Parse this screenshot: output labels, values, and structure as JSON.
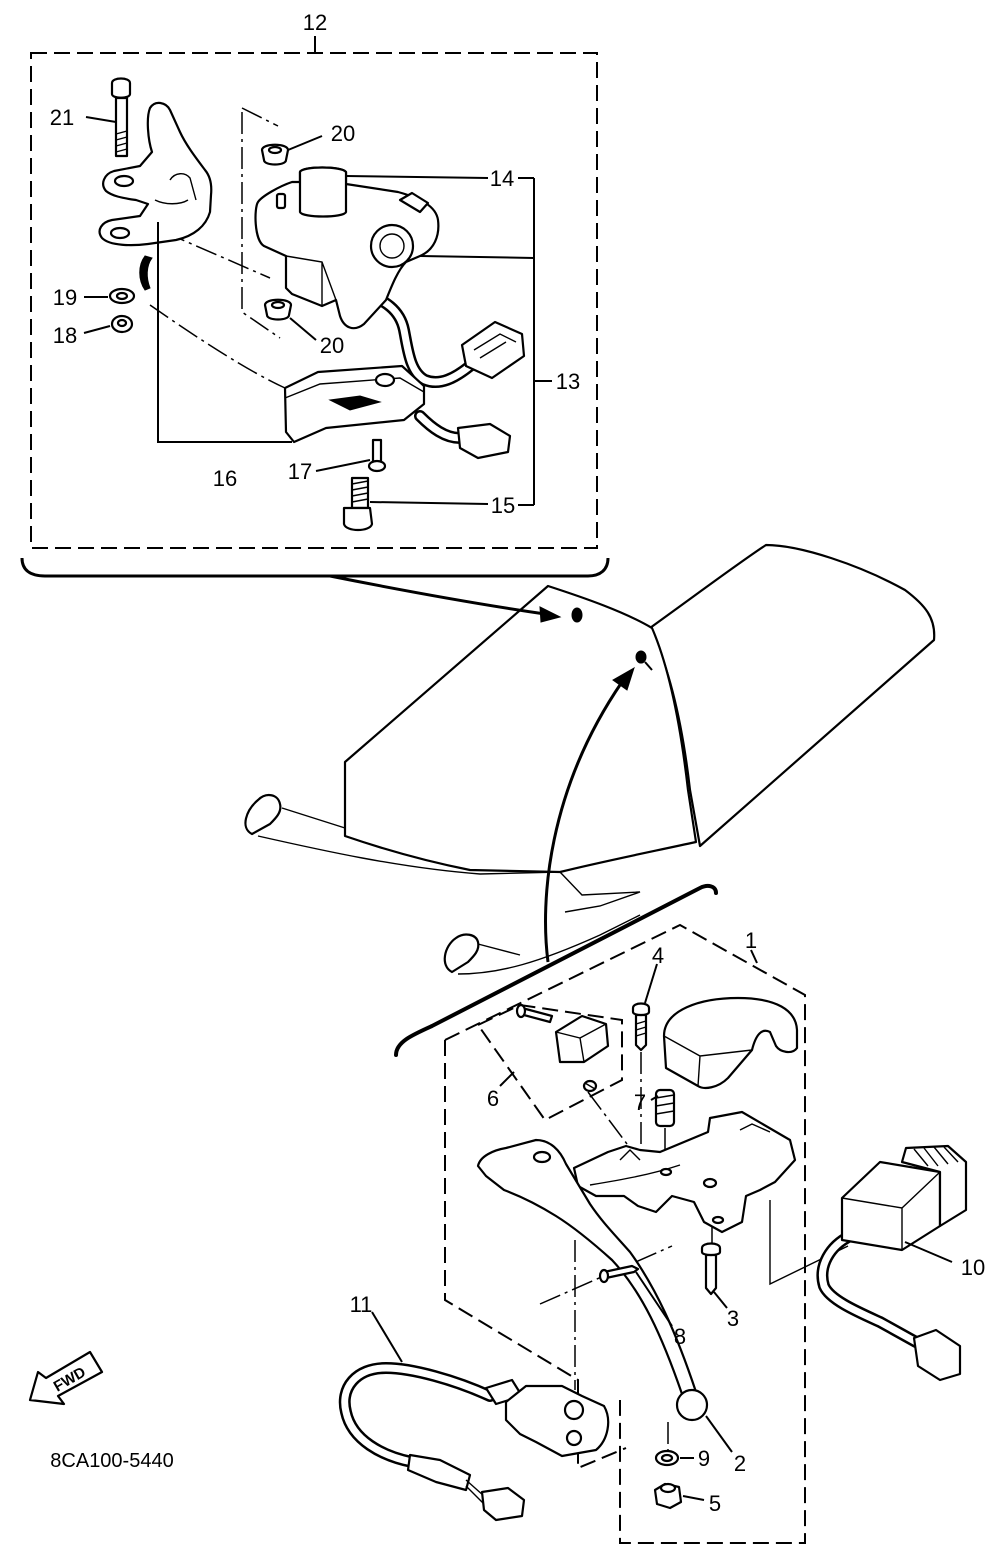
{
  "diagram": {
    "part_number": "8CA100-5440",
    "direction_label": "FWD",
    "callouts": [
      {
        "label": "12"
      },
      {
        "label": "21"
      },
      {
        "label": "20"
      },
      {
        "label": "14"
      },
      {
        "label": "19"
      },
      {
        "label": "18"
      },
      {
        "label": "20"
      },
      {
        "label": "13"
      },
      {
        "label": "16"
      },
      {
        "label": "17"
      },
      {
        "label": "15"
      },
      {
        "label": "1"
      },
      {
        "label": "4"
      },
      {
        "label": "6"
      },
      {
        "label": "7"
      },
      {
        "label": "10"
      },
      {
        "label": "11"
      },
      {
        "label": "8"
      },
      {
        "label": "3"
      },
      {
        "label": "2"
      },
      {
        "label": "9"
      },
      {
        "label": "5"
      }
    ]
  },
  "colors": {
    "line": "#000000",
    "background": "#ffffff"
  }
}
